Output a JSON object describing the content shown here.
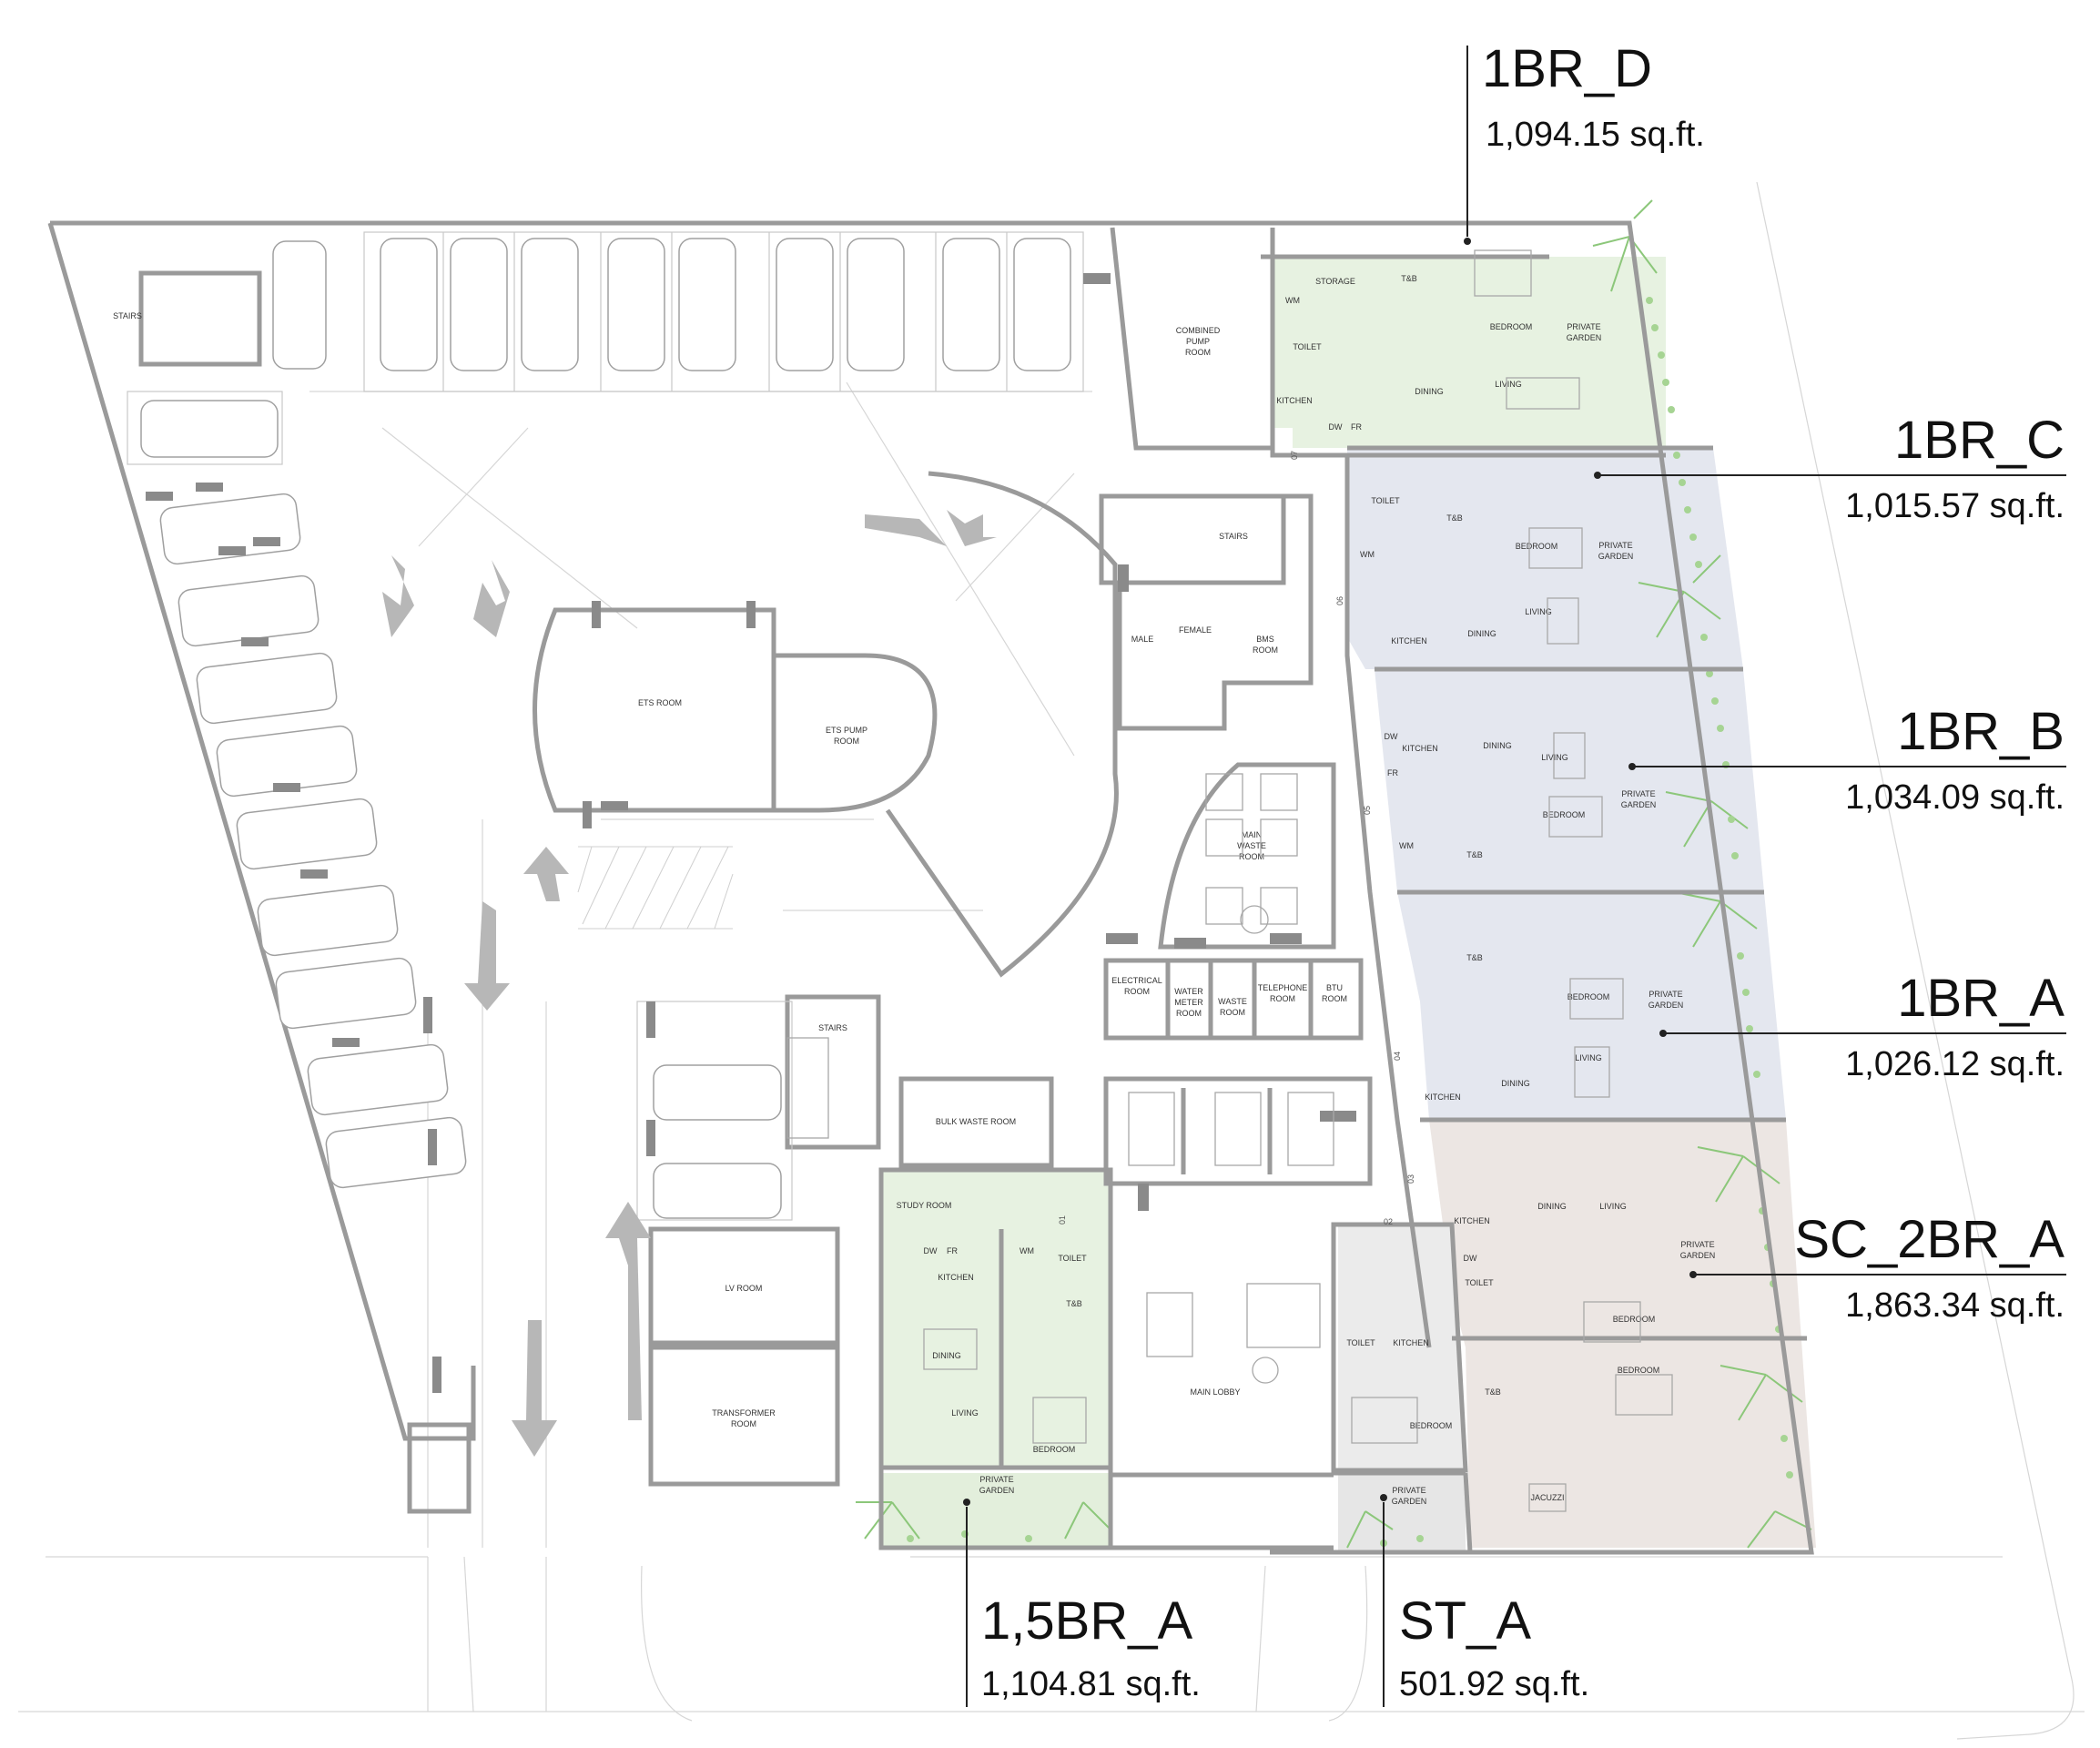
{
  "colors": {
    "wall": "#9a9a9a",
    "wall_dark": "#8a8a8a",
    "unit_green": "#e7f2e1",
    "unit_blue": "#e4e7ef",
    "unit_pink": "#ece6e3",
    "unit_grey": "#ebebeb",
    "landscape": "#8cc77a",
    "leader": "#222222"
  },
  "units": [
    {
      "name": "1BR_D",
      "area": "1,094.15 sq.ft."
    },
    {
      "name": "1BR_C",
      "area": "1,015.57 sq.ft."
    },
    {
      "name": "1BR_B",
      "area": "1,034.09 sq.ft."
    },
    {
      "name": "1BR_A",
      "area": "1,026.12 sq.ft."
    },
    {
      "name": "SC_2BR_A",
      "area": "1,863.34 sq.ft."
    },
    {
      "name": "1,5BR_A",
      "area": "1,104.81 sq.ft."
    },
    {
      "name": "ST_A",
      "area": "501.92 sq.ft."
    }
  ],
  "rooms": {
    "stairs": "STAIRS",
    "combined_pump_1": "COMBINED",
    "combined_pump_2": "PUMP",
    "combined_pump_3": "ROOM",
    "ets_room": "ETS ROOM",
    "ets_pump_1": "ETS PUMP",
    "ets_pump_2": "ROOM",
    "male": "MALE",
    "female": "FEMALE",
    "bms_1": "BMS",
    "bms_2": "ROOM",
    "main_waste_1": "MAIN",
    "main_waste_2": "WASTE",
    "main_waste_3": "ROOM",
    "electrical_1": "ELECTRICAL",
    "electrical_2": "ROOM",
    "water_meter_1": "WATER",
    "water_meter_2": "METER",
    "water_meter_3": "ROOM",
    "waste_1": "WASTE",
    "waste_2": "ROOM",
    "telephone_1": "TELEPHONE",
    "telephone_2": "ROOM",
    "btu_1": "BTU",
    "btu_2": "ROOM",
    "bulk_waste": "BULK WASTE ROOM",
    "lv_room": "LV ROOM",
    "transformer_1": "TRANSFORMER",
    "transformer_2": "ROOM",
    "main_lobby": "MAIN LOBBY",
    "study_room": "STUDY ROOM",
    "kitchen": "KITCHEN",
    "dining": "DINING",
    "living": "LIVING",
    "bedroom": "BEDROOM",
    "toilet": "TOILET",
    "tb": "T&B",
    "storage": "STORAGE",
    "dw": "DW",
    "fr": "FR",
    "wm": "WM",
    "private": "PRIVATE",
    "garden": "GARDEN",
    "jacuzzi": "JACUZZI"
  },
  "unit_numbers": [
    "07",
    "06",
    "05",
    "04",
    "03",
    "02",
    "01"
  ]
}
